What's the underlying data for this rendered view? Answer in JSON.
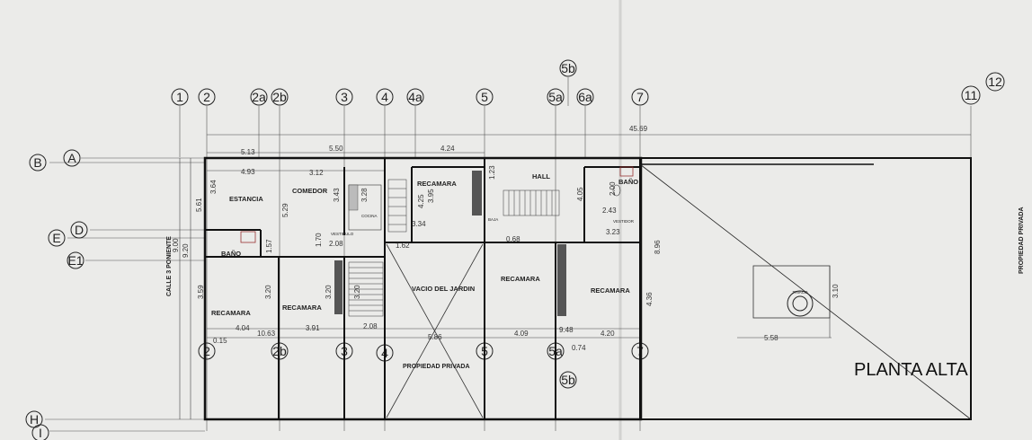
{
  "plan": {
    "title": "PLANTA ALTA",
    "street_left": "CALLE 3 PONIENTE",
    "property_bottom": "PROPIEDAD PRIVADA",
    "property_right": "PROPIEDAD PRIVADA"
  },
  "grid": {
    "top": [
      "1",
      "2",
      "2a",
      "2b",
      "3",
      "4",
      "4a",
      "5",
      "5a",
      "6a",
      "7",
      "11",
      "12",
      "5b"
    ],
    "bottom": [
      "2",
      "2b",
      "3",
      "4",
      "5",
      "5a",
      "7",
      "5b"
    ],
    "left": [
      "B",
      "A",
      "D",
      "E",
      "E1",
      "H",
      "I"
    ]
  },
  "rooms": {
    "estancia": "ESTANCIA",
    "comedor": "COMEDOR",
    "cocina": "COCINA",
    "bano1": "BAÑO",
    "recamara1": "RECAMARA",
    "recamara2": "RECAMARA",
    "recamara3": "RECAMARA",
    "hall": "HALL",
    "vacio": "VACIO DEL JARDIN",
    "recamara4": "RECAMARA",
    "recamara5": "RECAMARA",
    "bano2": "BAÑO",
    "vestidor": "VESTIDOR",
    "vestibulo": "VESTIBULO",
    "tinaco": "TINACO",
    "baja": "BAJA"
  },
  "dims": {
    "overall": "45.69",
    "d513": "5.13",
    "d550": "5.50",
    "d424": "4.24",
    "d493": "4.93",
    "d312": "3.12",
    "d364": "3.64",
    "d561": "5.61",
    "d529": "5.29",
    "d343": "3.43",
    "d328": "3.28",
    "d425": "4.25",
    "d395": "3.95",
    "d123": "1.23",
    "d334": "3.34",
    "d405": "4.05",
    "d200": "2.00",
    "d243": "2.43",
    "d323": "3.23",
    "d896": "8.96",
    "d920": "9.20",
    "d900": "9.00",
    "d170": "1.70",
    "d208": "2.08",
    "d162": "1.62",
    "d157": "1.57",
    "d068": "0.68",
    "d359": "3.59",
    "d320a": "3.20",
    "d320b": "3.20",
    "d404": "4.04",
    "d391": "3.91",
    "d208b": "2.08",
    "d1063": "10.63",
    "d015": "0.15",
    "d586": "5.86",
    "d409": "4.09",
    "d948": "9.48",
    "d420": "4.20",
    "d074": "0.74",
    "d436": "4.36",
    "d310": "3.10",
    "d558": "5.58",
    "d320c": "3.20"
  }
}
